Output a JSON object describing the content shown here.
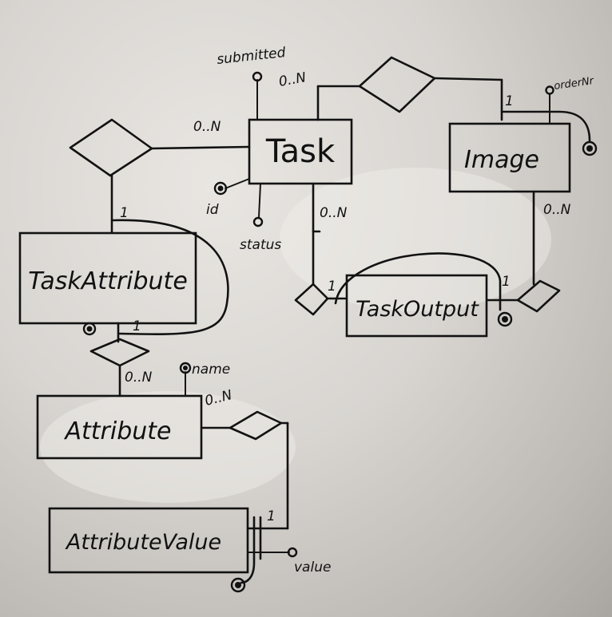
{
  "entities": {
    "task": "Task",
    "image": "Image",
    "task_attribute": "TaskAttribute",
    "task_output": "TaskOutput",
    "attribute": "Attribute",
    "attribute_value": "AttributeValue"
  },
  "attributes": {
    "submitted": "submitted",
    "id": "id",
    "status": "status",
    "order_nr": "orderNr",
    "name": "name",
    "value": "value"
  },
  "cardinalities": {
    "task_top": "0..N",
    "task_left": "0..N",
    "task_bottom": "0..N",
    "image_top": "1",
    "image_bottom": "0..N",
    "task_attribute_top": "1",
    "task_attribute_bottom": "1",
    "task_output_left": "1",
    "task_output_right": "1",
    "attribute_left": "0..N",
    "attribute_right": "0..N",
    "attribute_value_right": "1"
  }
}
